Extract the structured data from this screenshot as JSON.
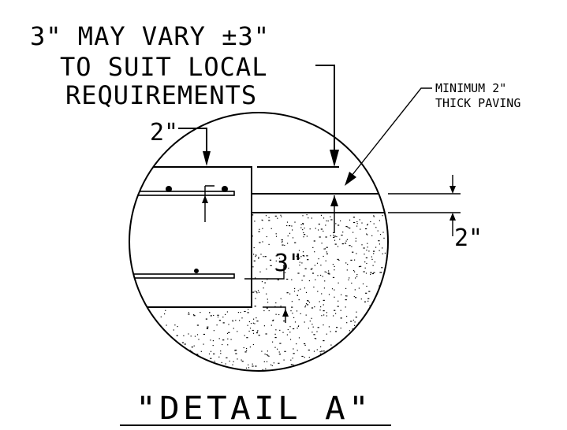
{
  "note_top": {
    "line1": "3\" MAY VARY ±3\"",
    "line2": "TO SUIT LOCAL",
    "line3": "REQUIREMENTS"
  },
  "note_paving": {
    "line1": "MINIMUM 2\"",
    "line2": "THICK PAVING"
  },
  "dimensions": {
    "top_cover": "2\"",
    "side_thickness": "2\"",
    "bar_spacing": "3\""
  },
  "title": "\"DETAIL A\"",
  "colors": {
    "line": "#000000",
    "background": "#ffffff"
  }
}
